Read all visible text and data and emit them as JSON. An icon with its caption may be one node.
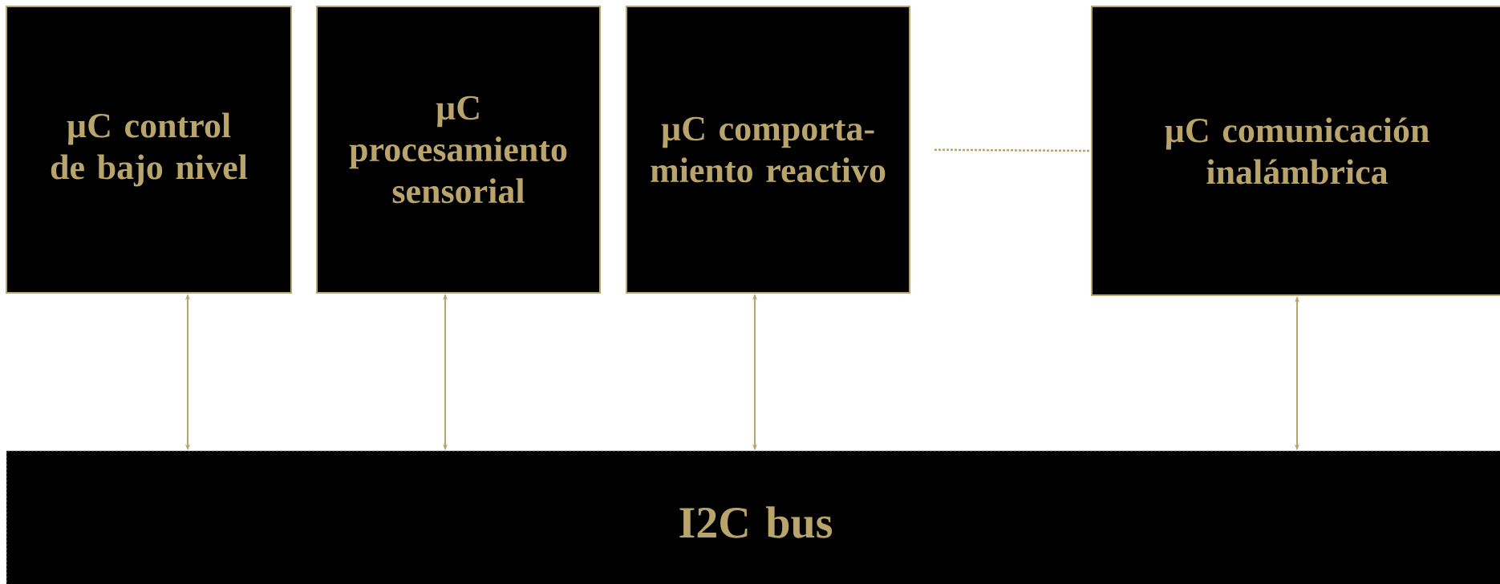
{
  "diagram": {
    "nodes": [
      {
        "text": [
          "µC control de bajo nivel"
        ]
      },
      {
        "text": [
          "µC procesamiento sensorial"
        ]
      },
      {
        "text": [
          "µC comporta- miento reactivo"
        ]
      },
      {
        "text": [
          "µC comunicación inalámbrica"
        ]
      },
      {
        "text": [
          "I2C bus"
        ]
      }
    ],
    "edges": [
      {
        "from": 0,
        "to": 4,
        "arrow": "both"
      },
      {
        "from": 1,
        "to": 4,
        "arrow": "both"
      },
      {
        "from": 2,
        "to": 4,
        "arrow": "both"
      },
      {
        "from": 3,
        "to": 4,
        "arrow": "both"
      },
      {
        "from": 2,
        "to": 3,
        "arrow": "none",
        "style": "dashed"
      }
    ]
  }
}
